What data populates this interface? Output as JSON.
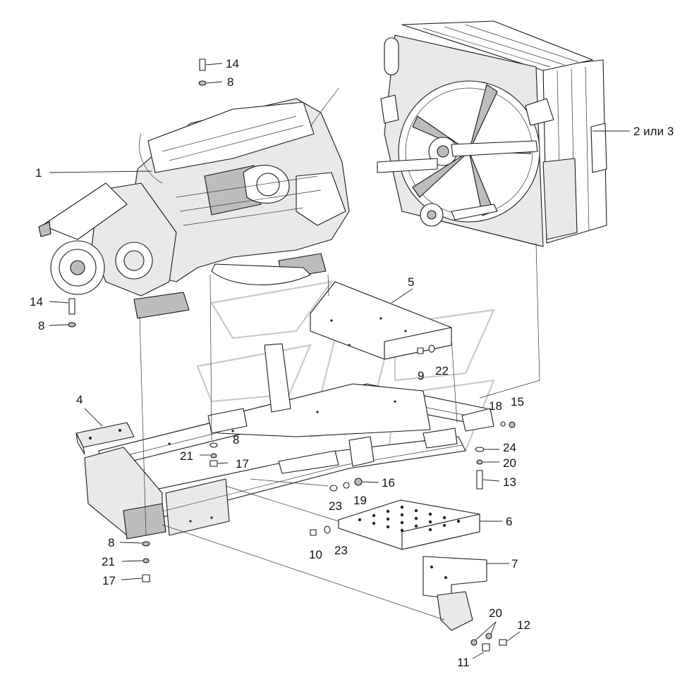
{
  "callouts": {
    "c1": "1",
    "c2or3": "2 или 3",
    "c4": "4",
    "c5": "5",
    "c6": "6",
    "c7": "7",
    "c8_top": "8",
    "c8_left": "8",
    "c8_frame": "8",
    "c8_bottom": "8",
    "c9": "9",
    "c10": "10",
    "c11": "11",
    "c12": "12",
    "c13": "13",
    "c14_top": "14",
    "c14_left": "14",
    "c15": "15",
    "c16": "16",
    "c17_frame": "17",
    "c17_bottom": "17",
    "c18": "18",
    "c19": "19",
    "c20_right": "20",
    "c20_bottom": "20",
    "c21_frame": "21",
    "c21_bottom": "21",
    "c22": "22",
    "c23_a": "23",
    "c23_b": "23",
    "c24": "24"
  },
  "parts": {
    "engine": "engine-assembly",
    "radiator": "radiator-cooling-module",
    "frame": "subframe",
    "bracket_left": "support-bracket",
    "cover_plate": "cover-plate",
    "step_plate": "perforated-step",
    "mount_bracket": "mounting-bracket"
  }
}
